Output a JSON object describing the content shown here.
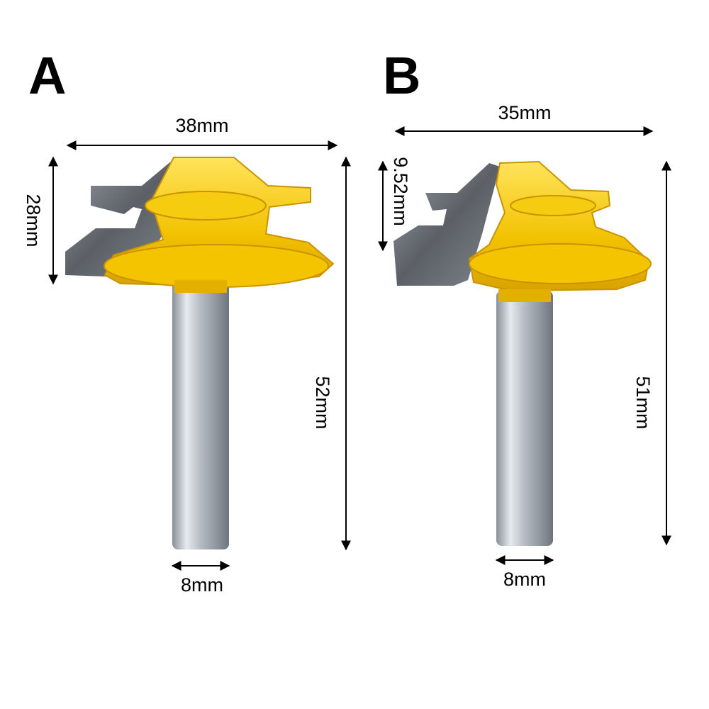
{
  "product": {
    "variants": [
      {
        "label": "A",
        "dimensions": {
          "width": "38mm",
          "cutter_height": "28mm",
          "total_length": "52mm",
          "shank": "8mm"
        }
      },
      {
        "label": "B",
        "dimensions": {
          "width": "35mm",
          "cutter_height": "9.52mm",
          "total_length": "51mm",
          "shank": "8mm"
        }
      }
    ]
  },
  "colors": {
    "body_yellow": "#f2c200",
    "body_yellow_light": "#fde15a",
    "body_yellow_dark": "#d39a00",
    "carbide": "#6a6e74",
    "shank": "#aeb4bc",
    "arrow": "#000000"
  }
}
